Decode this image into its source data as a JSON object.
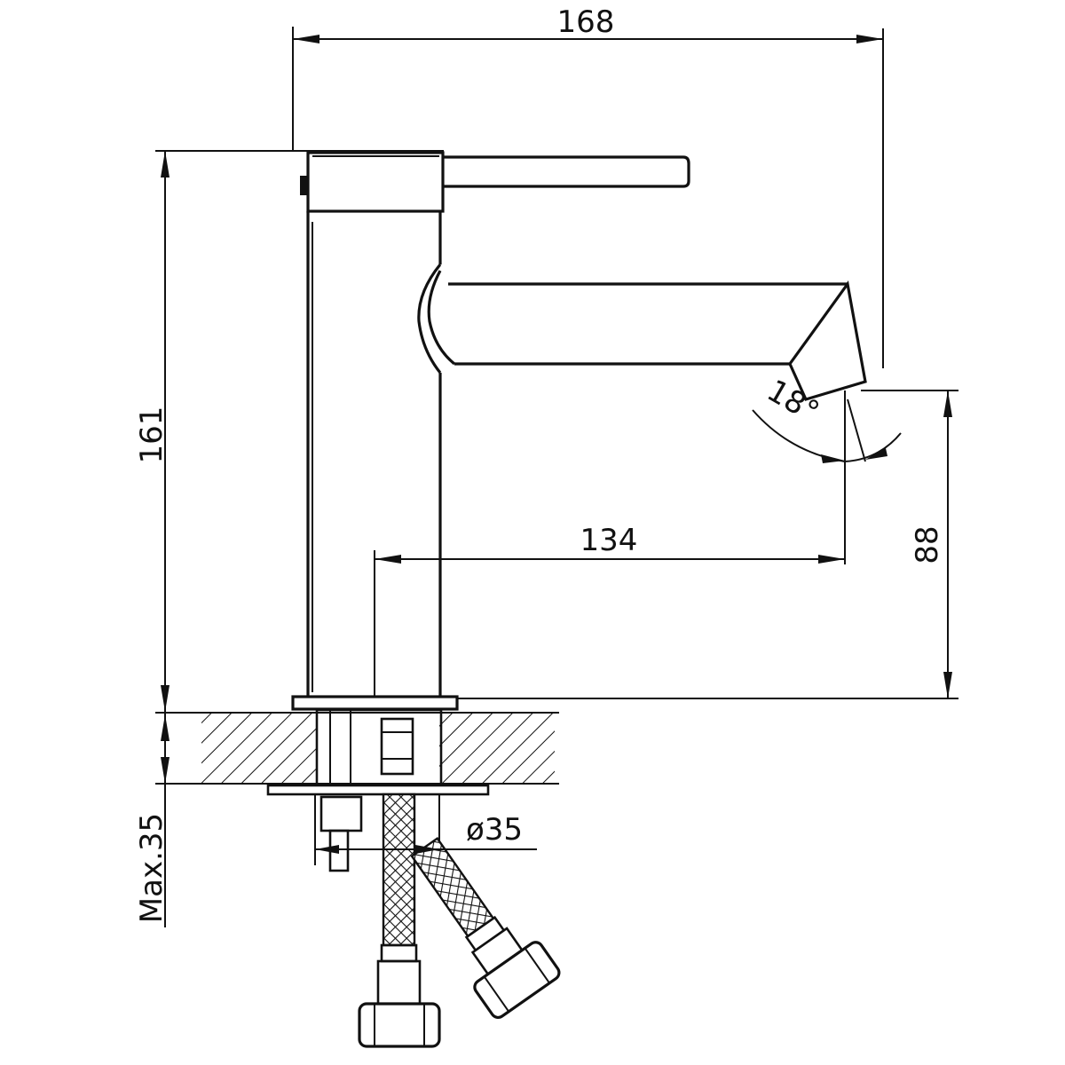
{
  "dimensions": {
    "overall_width": "168",
    "overall_height": "161",
    "spout_reach": "134",
    "spout_height": "88",
    "spout_angle": "18°",
    "mounting_hole": "ø35",
    "max_deck_thickness": "Max.35"
  },
  "colors": {
    "line": "#111111",
    "background": "#ffffff"
  }
}
